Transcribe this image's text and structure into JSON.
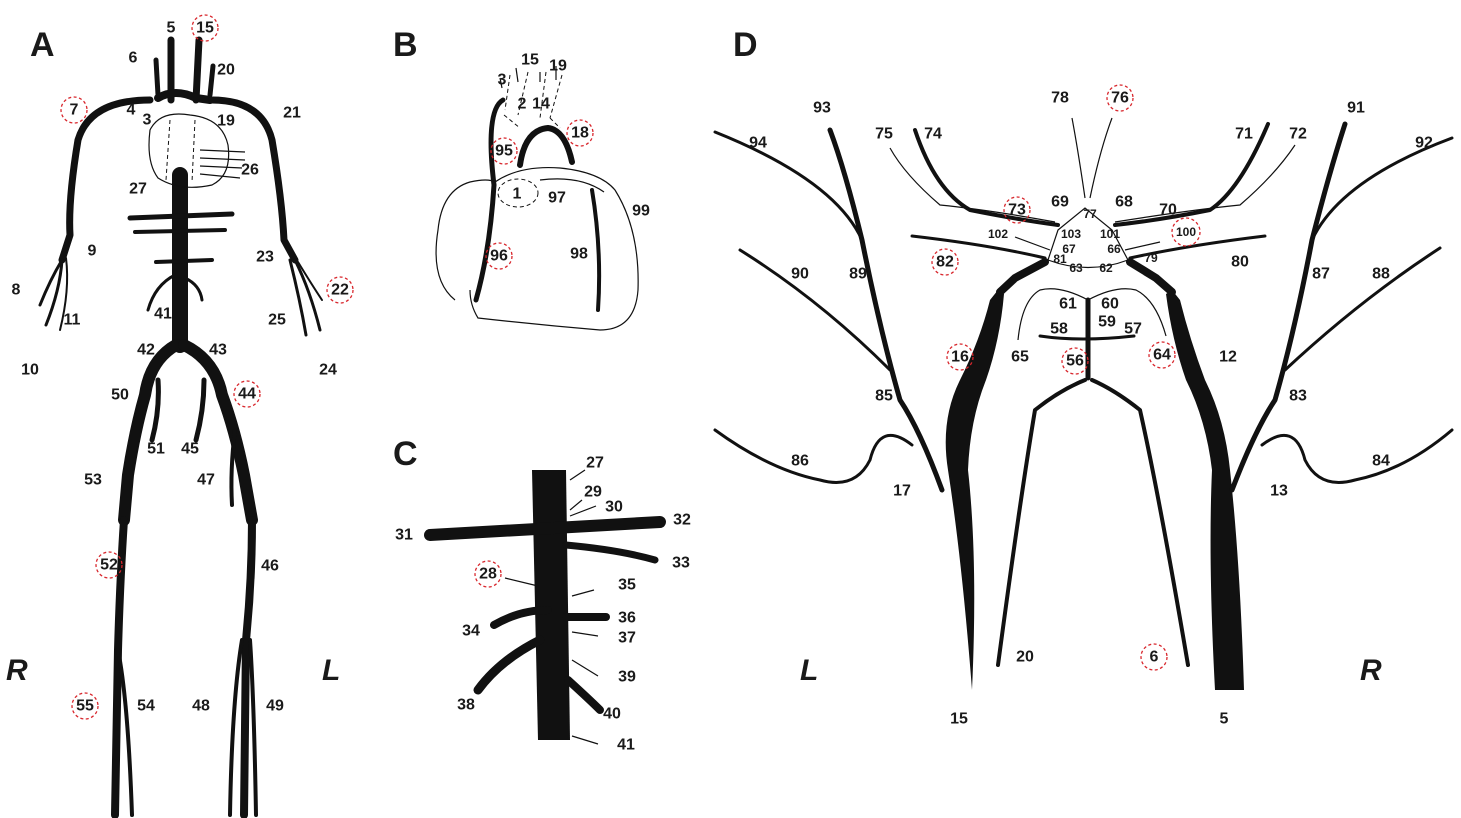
{
  "panels": {
    "A": {
      "letter": "A",
      "right_side": "R",
      "left_side": "L",
      "labels": [
        {
          "id": "5",
          "t": "5",
          "c": false
        },
        {
          "id": "15",
          "t": "15",
          "c": true
        },
        {
          "id": "6",
          "t": "6",
          "c": false
        },
        {
          "id": "20",
          "t": "20",
          "c": false
        },
        {
          "id": "7",
          "t": "7",
          "c": true
        },
        {
          "id": "4",
          "t": "4",
          "c": false
        },
        {
          "id": "3",
          "t": "3",
          "c": false
        },
        {
          "id": "19",
          "t": "19",
          "c": false
        },
        {
          "id": "21",
          "t": "21",
          "c": false
        },
        {
          "id": "26",
          "t": "26",
          "c": false
        },
        {
          "id": "27",
          "t": "27",
          "c": false
        },
        {
          "id": "9",
          "t": "9",
          "c": false
        },
        {
          "id": "23",
          "t": "23",
          "c": false
        },
        {
          "id": "8",
          "t": "8",
          "c": false
        },
        {
          "id": "22",
          "t": "22",
          "c": true
        },
        {
          "id": "11",
          "t": "11",
          "c": false
        },
        {
          "id": "41",
          "t": "41",
          "c": false
        },
        {
          "id": "25",
          "t": "25",
          "c": false
        },
        {
          "id": "10",
          "t": "10",
          "c": false
        },
        {
          "id": "42",
          "t": "42",
          "c": false
        },
        {
          "id": "43",
          "t": "43",
          "c": false
        },
        {
          "id": "24",
          "t": "24",
          "c": false
        },
        {
          "id": "50",
          "t": "50",
          "c": false
        },
        {
          "id": "44",
          "t": "44",
          "c": true
        },
        {
          "id": "51",
          "t": "51",
          "c": false
        },
        {
          "id": "45",
          "t": "45",
          "c": false
        },
        {
          "id": "53",
          "t": "53",
          "c": false
        },
        {
          "id": "47",
          "t": "47",
          "c": false
        },
        {
          "id": "52",
          "t": "52",
          "c": true
        },
        {
          "id": "46",
          "t": "46",
          "c": false
        },
        {
          "id": "55",
          "t": "55",
          "c": true
        },
        {
          "id": "54",
          "t": "54",
          "c": false
        },
        {
          "id": "48",
          "t": "48",
          "c": false
        },
        {
          "id": "49",
          "t": "49",
          "c": false
        }
      ]
    },
    "B": {
      "letter": "B",
      "labels": [
        {
          "id": "15",
          "t": "15",
          "c": false
        },
        {
          "id": "19",
          "t": "19",
          "c": false
        },
        {
          "id": "3",
          "t": "3",
          "c": false
        },
        {
          "id": "2",
          "t": "2",
          "c": false
        },
        {
          "id": "14",
          "t": "14",
          "c": false
        },
        {
          "id": "18",
          "t": "18",
          "c": true
        },
        {
          "id": "95",
          "t": "95",
          "c": true
        },
        {
          "id": "1",
          "t": "1",
          "c": false
        },
        {
          "id": "97",
          "t": "97",
          "c": false
        },
        {
          "id": "99",
          "t": "99",
          "c": false
        },
        {
          "id": "96",
          "t": "96",
          "c": true
        },
        {
          "id": "98",
          "t": "98",
          "c": false
        }
      ]
    },
    "C": {
      "letter": "C",
      "labels": [
        {
          "id": "27",
          "t": "27",
          "c": false
        },
        {
          "id": "29",
          "t": "29",
          "c": false
        },
        {
          "id": "30",
          "t": "30",
          "c": false
        },
        {
          "id": "32",
          "t": "32",
          "c": false
        },
        {
          "id": "31",
          "t": "31",
          "c": false
        },
        {
          "id": "33",
          "t": "33",
          "c": false
        },
        {
          "id": "28",
          "t": "28",
          "c": true
        },
        {
          "id": "35",
          "t": "35",
          "c": false
        },
        {
          "id": "36",
          "t": "36",
          "c": false
        },
        {
          "id": "34",
          "t": "34",
          "c": false
        },
        {
          "id": "37",
          "t": "37",
          "c": false
        },
        {
          "id": "39",
          "t": "39",
          "c": false
        },
        {
          "id": "38",
          "t": "38",
          "c": false
        },
        {
          "id": "40",
          "t": "40",
          "c": false
        },
        {
          "id": "41",
          "t": "41",
          "c": false
        }
      ]
    },
    "D": {
      "letter": "D",
      "left_side": "L",
      "right_side": "R",
      "labels": [
        {
          "id": "78",
          "t": "78",
          "c": false
        },
        {
          "id": "76",
          "t": "76",
          "c": true
        },
        {
          "id": "93",
          "t": "93",
          "c": false
        },
        {
          "id": "91",
          "t": "91",
          "c": false
        },
        {
          "id": "94",
          "t": "94",
          "c": false
        },
        {
          "id": "75",
          "t": "75",
          "c": false
        },
        {
          "id": "74",
          "t": "74",
          "c": false
        },
        {
          "id": "71",
          "t": "71",
          "c": false
        },
        {
          "id": "72",
          "t": "72",
          "c": false
        },
        {
          "id": "92",
          "t": "92",
          "c": false
        },
        {
          "id": "69",
          "t": "69",
          "c": false
        },
        {
          "id": "68",
          "t": "68",
          "c": false
        },
        {
          "id": "73",
          "t": "73",
          "c": true
        },
        {
          "id": "70",
          "t": "70",
          "c": false
        },
        {
          "id": "77",
          "t": "77",
          "c": false
        },
        {
          "id": "102",
          "t": "102",
          "c": false
        },
        {
          "id": "103",
          "t": "103",
          "c": false
        },
        {
          "id": "101",
          "t": "101",
          "c": false
        },
        {
          "id": "100",
          "t": "100",
          "c": true
        },
        {
          "id": "67",
          "t": "67",
          "c": false
        },
        {
          "id": "66",
          "t": "66",
          "c": false
        },
        {
          "id": "90",
          "t": "90",
          "c": false
        },
        {
          "id": "89",
          "t": "89",
          "c": false
        },
        {
          "id": "82",
          "t": "82",
          "c": true
        },
        {
          "id": "81",
          "t": "81",
          "c": false
        },
        {
          "id": "63",
          "t": "63",
          "c": false
        },
        {
          "id": "62",
          "t": "62",
          "c": false
        },
        {
          "id": "79",
          "t": "79",
          "c": false
        },
        {
          "id": "80",
          "t": "80",
          "c": false
        },
        {
          "id": "87",
          "t": "87",
          "c": false
        },
        {
          "id": "88",
          "t": "88",
          "c": false
        },
        {
          "id": "61",
          "t": "61",
          "c": false
        },
        {
          "id": "60",
          "t": "60",
          "c": false
        },
        {
          "id": "59",
          "t": "59",
          "c": false
        },
        {
          "id": "58",
          "t": "58",
          "c": false
        },
        {
          "id": "57",
          "t": "57",
          "c": false
        },
        {
          "id": "16",
          "t": "16",
          "c": true
        },
        {
          "id": "65",
          "t": "65",
          "c": false
        },
        {
          "id": "56",
          "t": "56",
          "c": true
        },
        {
          "id": "64",
          "t": "64",
          "c": true
        },
        {
          "id": "12",
          "t": "12",
          "c": false
        },
        {
          "id": "85",
          "t": "85",
          "c": false
        },
        {
          "id": "83",
          "t": "83",
          "c": false
        },
        {
          "id": "86",
          "t": "86",
          "c": false
        },
        {
          "id": "84",
          "t": "84",
          "c": false
        },
        {
          "id": "17",
          "t": "17",
          "c": false
        },
        {
          "id": "13",
          "t": "13",
          "c": false
        },
        {
          "id": "20",
          "t": "20",
          "c": false
        },
        {
          "id": "6",
          "t": "6",
          "c": true
        },
        {
          "id": "15",
          "t": "15",
          "c": false
        },
        {
          "id": "5",
          "t": "5",
          "c": false
        }
      ]
    }
  }
}
